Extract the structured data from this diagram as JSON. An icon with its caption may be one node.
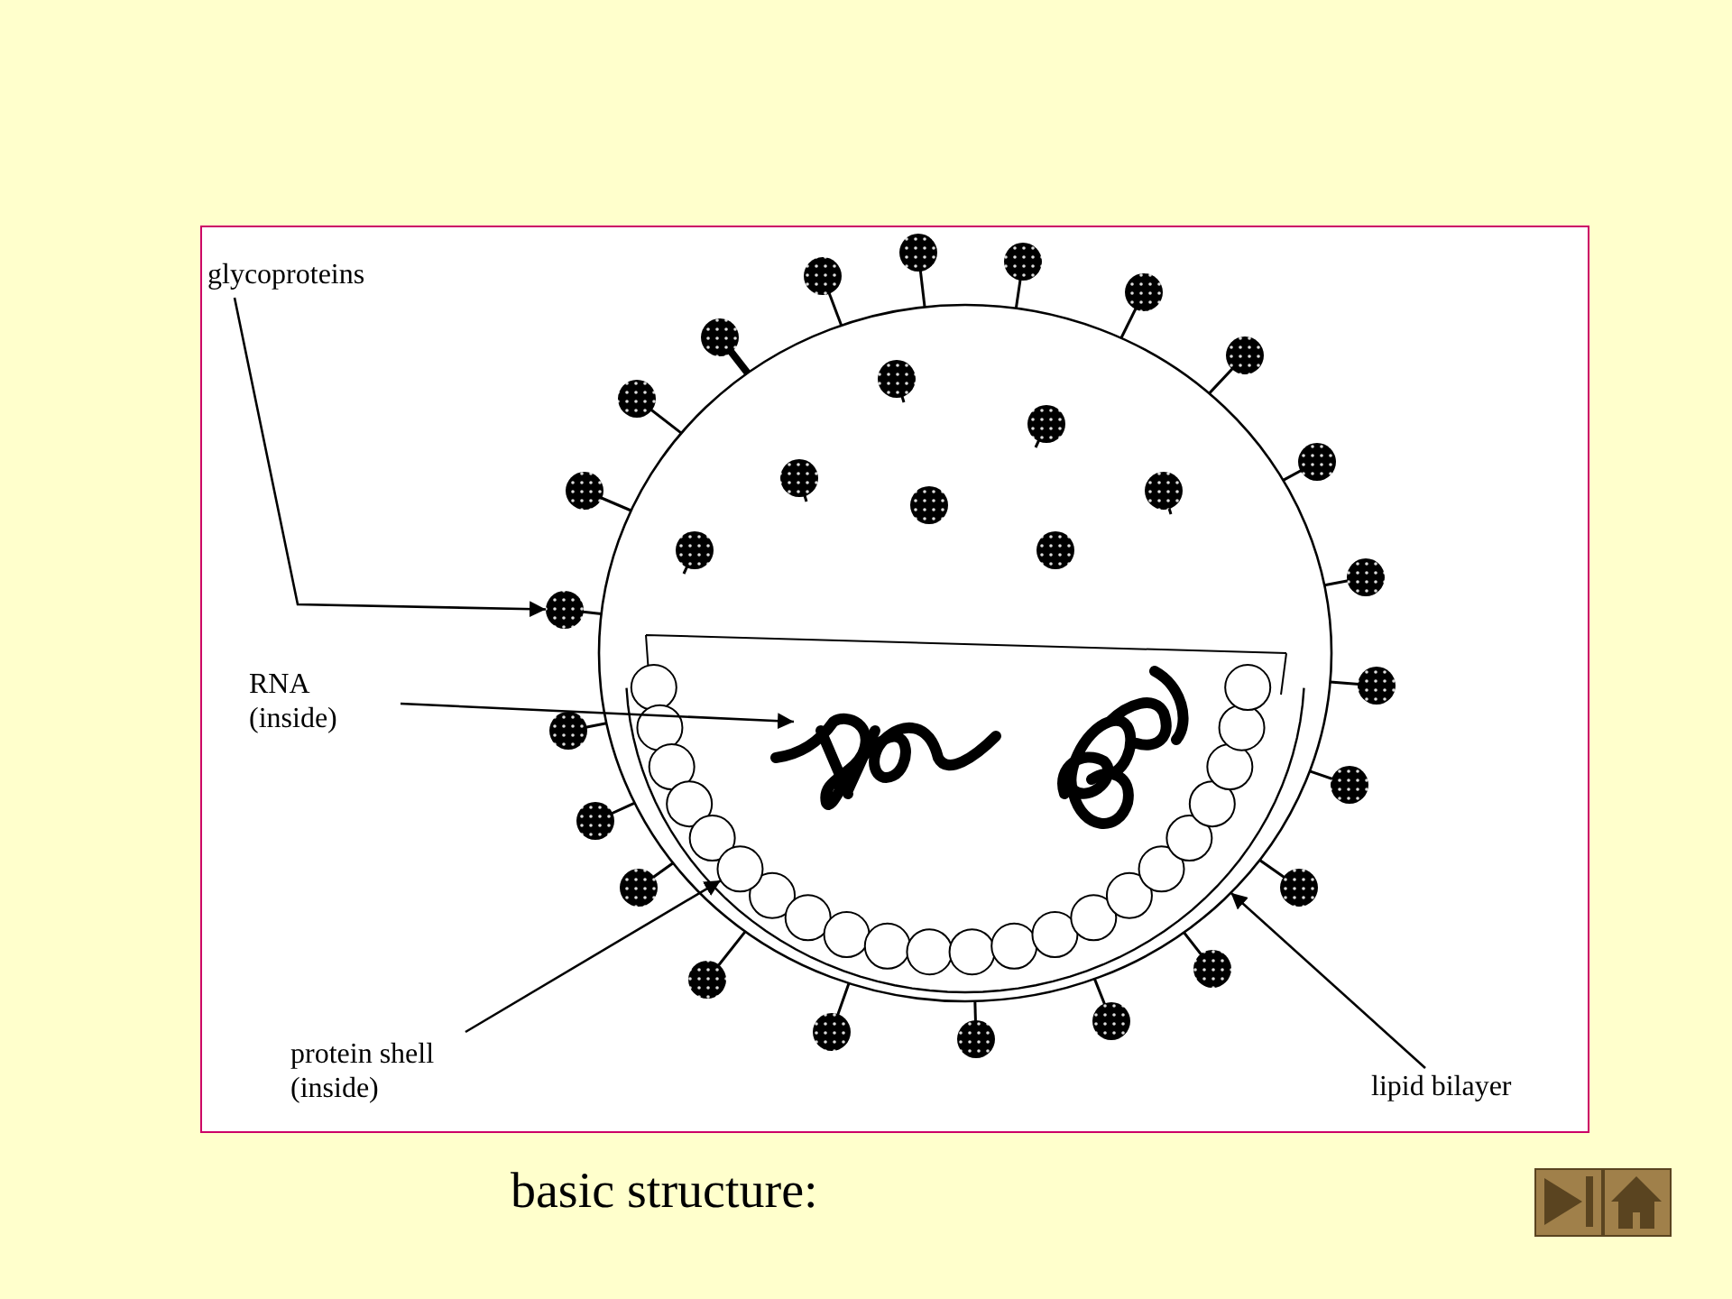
{
  "diagram": {
    "caption": "basic structure:",
    "nodes": [
      {
        "text": [
          "glycoproteins"
        ]
      },
      {
        "text": [
          "RNA (inside)"
        ]
      },
      {
        "text": [
          "protein shell (inside)"
        ]
      },
      {
        "text": [
          "lipid bilayer"
        ]
      },
      {
        "text": [],
        "shape": "circle"
      },
      {
        "text": [],
        "shape": "circle"
      },
      {
        "text": [],
        "shape": "picture",
        "in": 4
      },
      {
        "text": [],
        "shape": "circle",
        "in": 4
      },
      {
        "text": [],
        "shape": "circle"
      },
      {
        "text": [],
        "shape": "circle"
      },
      {
        "text": [],
        "shape": "circle"
      },
      {
        "text": [],
        "shape": "circle"
      },
      {
        "text": [],
        "shape": "circle"
      },
      {
        "text": [],
        "shape": "circle"
      },
      {
        "text": [],
        "shape": "circle"
      },
      {
        "text": [],
        "shape": "circle"
      },
      {
        "text": [],
        "shape": "circle"
      },
      {
        "text": [],
        "shape": "circle"
      },
      {
        "text": [],
        "shape": "circle"
      },
      {
        "text": [],
        "shape": "circle"
      },
      {
        "text": [],
        "shape": "circle"
      },
      {
        "text": [],
        "shape": "circle"
      },
      {
        "text": [],
        "shape": "circle"
      },
      {
        "text": [],
        "shape": "circle"
      },
      {
        "text": [],
        "shape": "circle"
      },
      {
        "text": [],
        "shape": "circle"
      },
      {
        "text": [],
        "shape": "circle"
      },
      {
        "text": [],
        "shape": "circle"
      },
      {
        "text": [],
        "shape": "circle"
      },
      {
        "text": [],
        "shape": "circle",
        "in": 4
      },
      {
        "text": [],
        "shape": "circle",
        "in": 4
      },
      {
        "text": [],
        "shape": "circle",
        "in": 4
      },
      {
        "text": [],
        "shape": "circle",
        "in": 4
      },
      {
        "text": [],
        "shape": "circle",
        "in": 4
      },
      {
        "text": [],
        "shape": "circle",
        "in": 4
      },
      {
        "text": [],
        "shape": "circle",
        "in": 4
      }
    ],
    "edges": [
      {
        "from": 0,
        "to": 5,
        "arrow": "to"
      },
      {
        "from": 1,
        "to": 6,
        "arrow": "to"
      },
      {
        "from": 2,
        "to": 7,
        "arrow": "to"
      },
      {
        "from": 3,
        "to": 4,
        "arrow": "to"
      }
    ]
  }
}
